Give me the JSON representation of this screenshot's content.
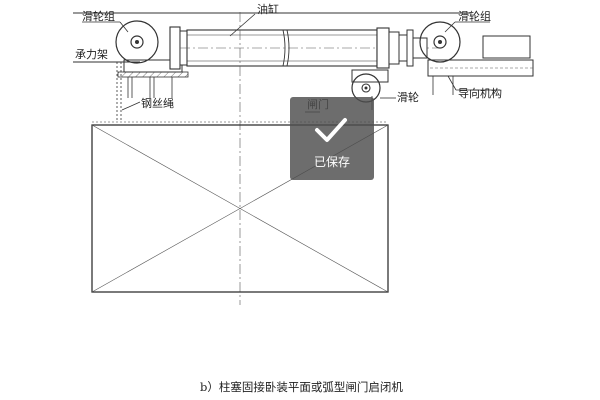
{
  "labels": {
    "pulley_group_left": "滑轮组",
    "oil_cylinder": "油缸",
    "pulley_group_right": "滑轮组",
    "support_frame": "承力架",
    "wire_rope": "钢丝绳",
    "gate": "闸门",
    "pulley": "滑轮",
    "guide_mechanism": "导向机构"
  },
  "caption": "b）柱塞固接卧装平面或弧型闸门启闭机",
  "overlay": {
    "status_text": "已保存",
    "icon": "checkmark-icon"
  }
}
